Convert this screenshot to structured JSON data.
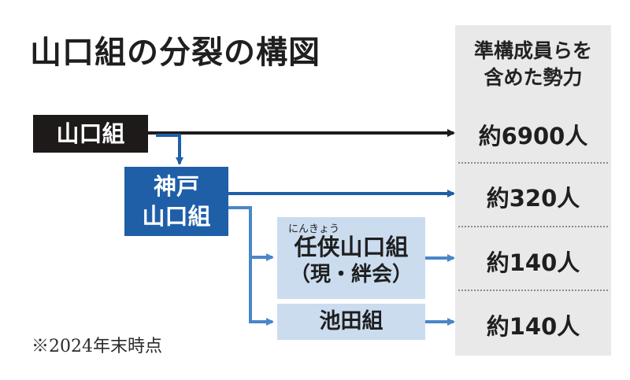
{
  "title": "山口組の分裂の構図",
  "column_header": {
    "line1": "準構成員らを",
    "line2": "含めた勢力"
  },
  "groups": [
    {
      "name": "山口組",
      "count": "約6900人"
    },
    {
      "name_line1": "神戸",
      "name_line2": "山口組",
      "count": "約320人"
    },
    {
      "ruby": "にんきょう",
      "name": "任侠山口組",
      "sub": "（現・絆会）",
      "count": "約140人"
    },
    {
      "name": "池田組",
      "count": "約140人"
    }
  ],
  "note": "※2024年末時点",
  "colors": {
    "yamaguchi": "#1e1a19",
    "kobe": "#1f5fa8",
    "split": "#cbdcef",
    "arrow_light": "#4a86c8",
    "panel": "#e9e9e9"
  }
}
